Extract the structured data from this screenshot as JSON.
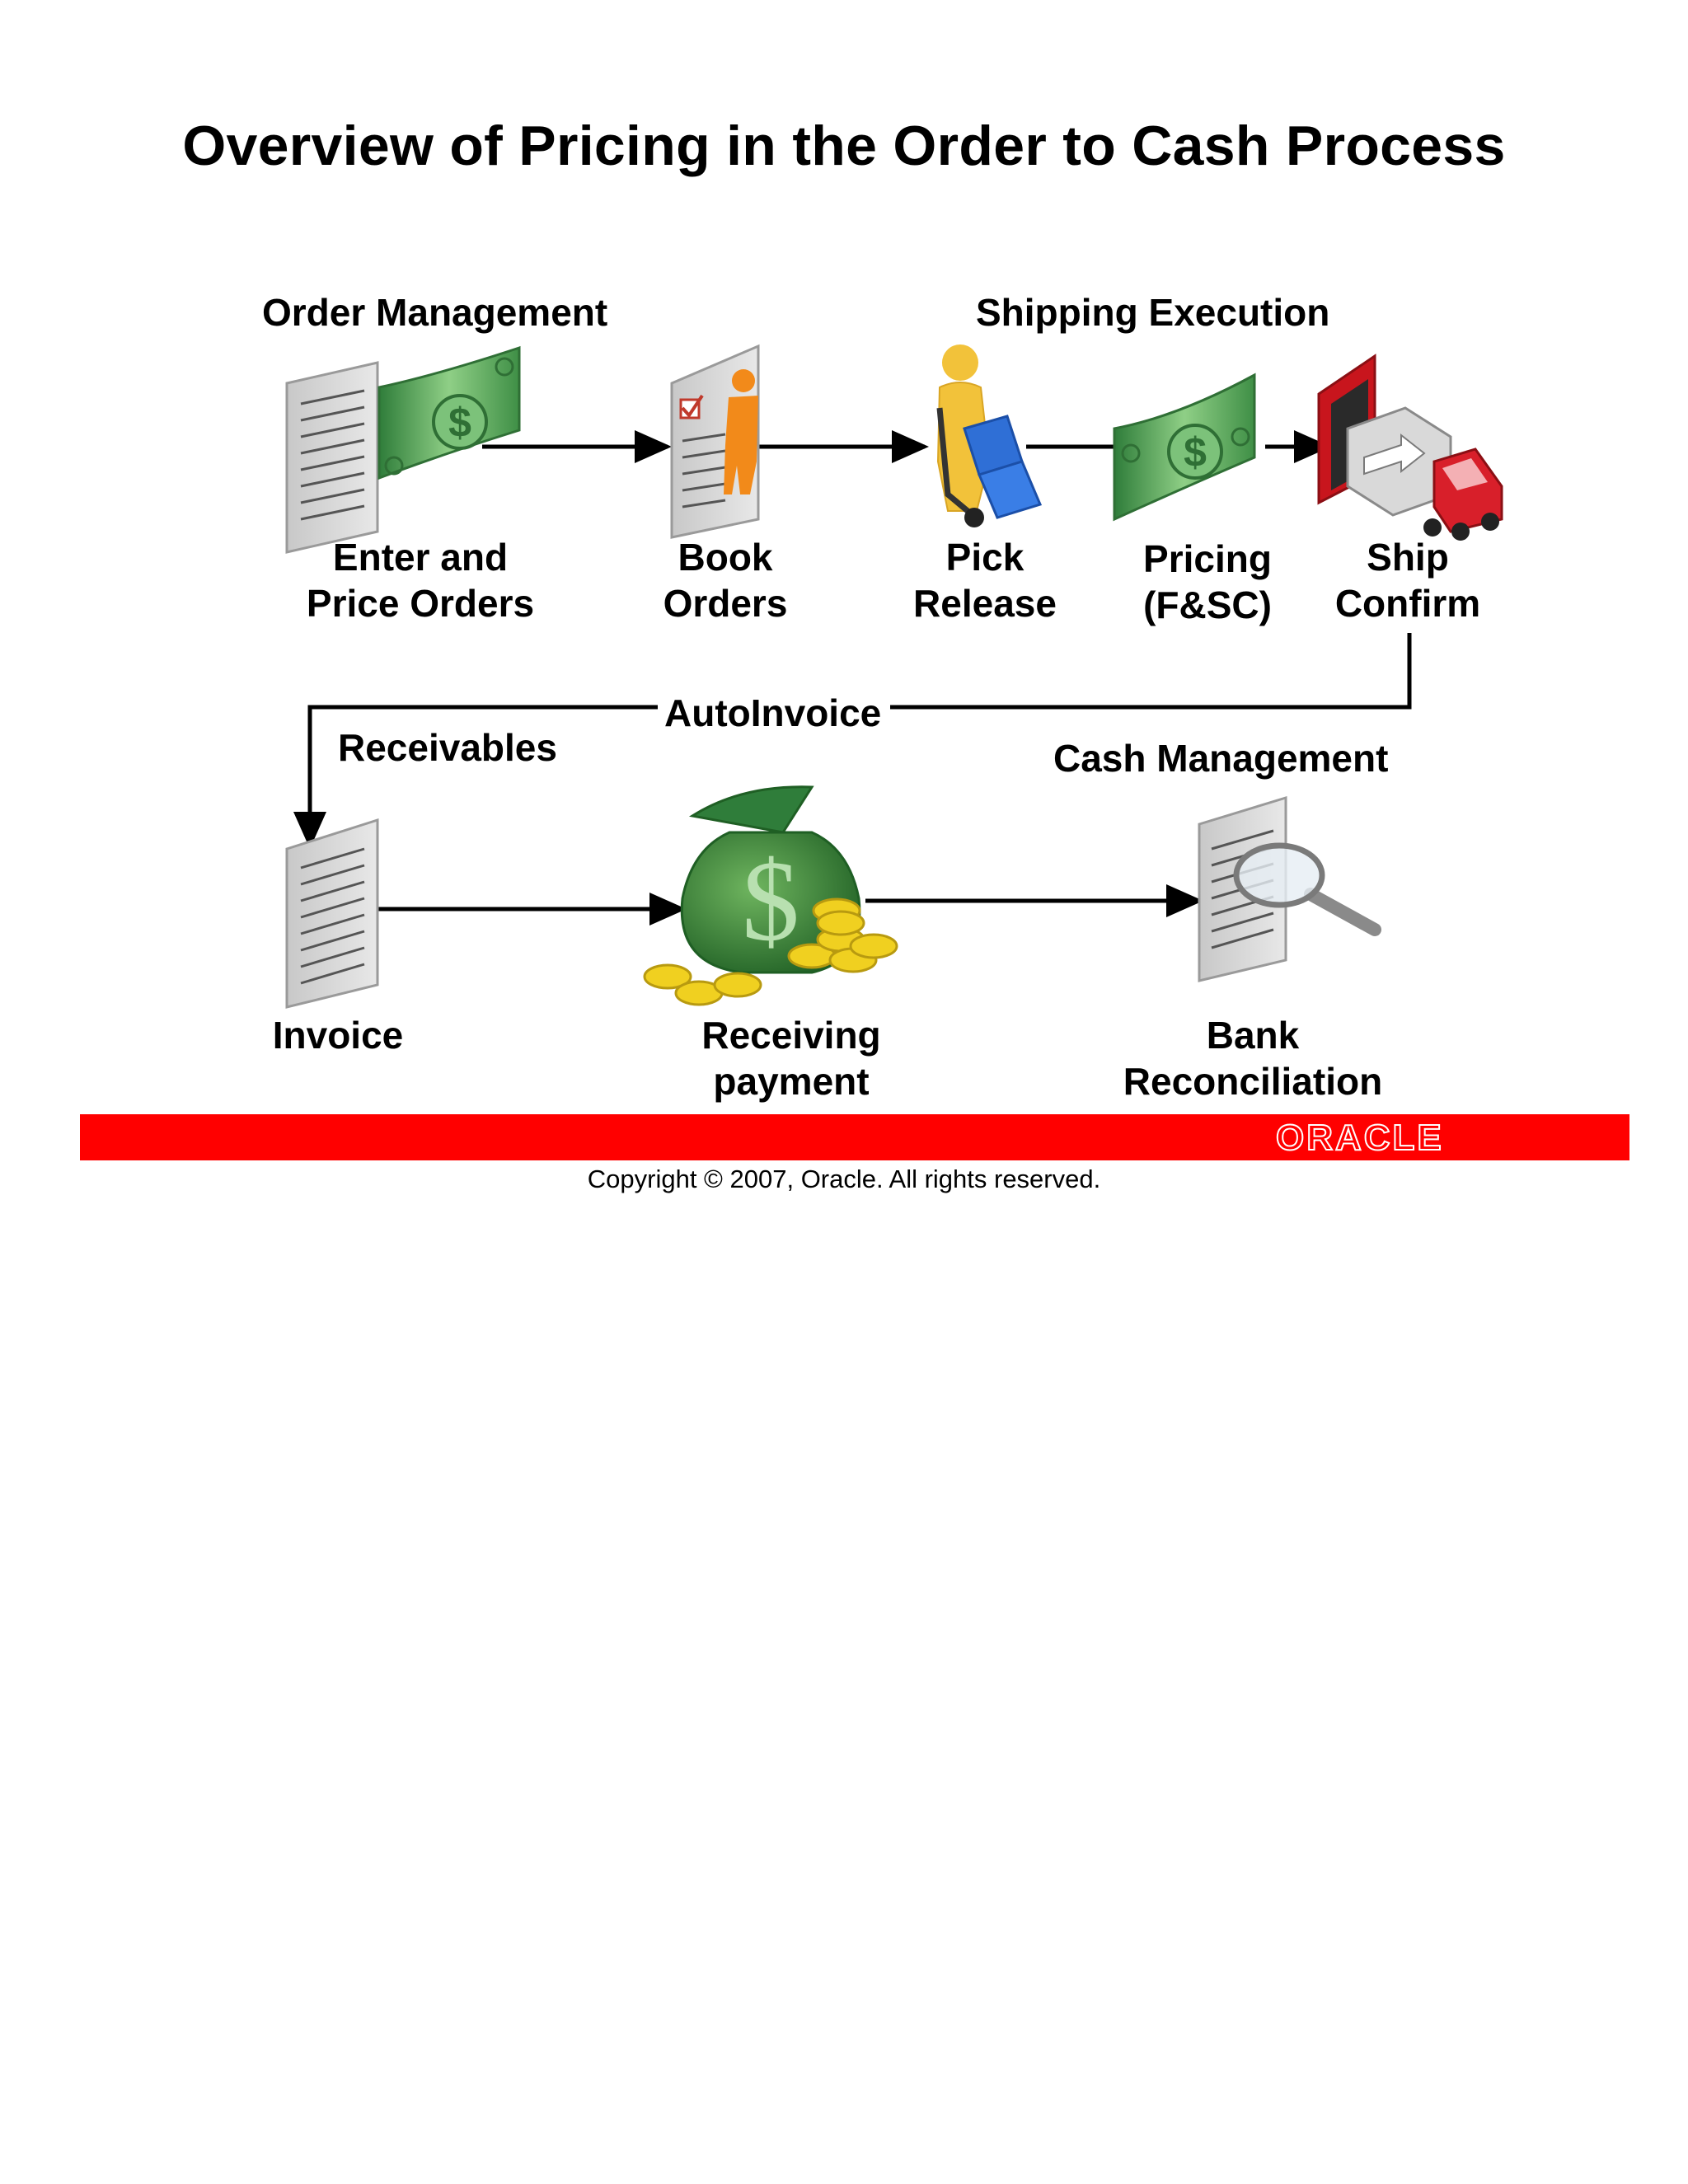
{
  "title": "Overview of Pricing in the Order to Cash Process",
  "sections": {
    "order_management": "Order Management",
    "shipping_execution": "Shipping Execution",
    "receivables": "Receivables",
    "cash_management": "Cash Management",
    "autoinvoice": "AutoInvoice"
  },
  "steps": {
    "enter_price_orders": [
      "Enter and",
      "Price Orders"
    ],
    "book_orders": [
      "Book",
      "Orders"
    ],
    "pick_release": [
      "Pick",
      "Release"
    ],
    "pricing": [
      "Pricing",
      "(F&SC)"
    ],
    "ship_confirm": [
      "Ship",
      "Confirm"
    ],
    "invoice": [
      "Invoice"
    ],
    "receiving_payment": [
      "Receiving",
      "payment"
    ],
    "bank_reconciliation": [
      "Bank",
      "Reconciliation"
    ]
  },
  "icons": {
    "enter_price_orders": [
      "document-icon",
      "dollar-bill-icon"
    ],
    "book_orders": "order-form-icon",
    "pick_release": "person-hand-truck-icon",
    "pricing": "dollar-bill-icon",
    "ship_confirm": "delivery-truck-icon",
    "invoice": "document-icon",
    "receiving_payment": "money-bag-icon",
    "bank_reconciliation": "document-magnifier-icon"
  },
  "footer": {
    "brand": "ORACLE",
    "copyright": "Copyright © 2007, Oracle. All rights reserved."
  },
  "colors": {
    "brand_red": "#ff0000",
    "money_green": "#4a9a4a",
    "box_blue": "#2f6fd6",
    "person_yellow": "#f2c23a",
    "truck_red": "#d81f2a",
    "coin_gold": "#f0d020"
  }
}
